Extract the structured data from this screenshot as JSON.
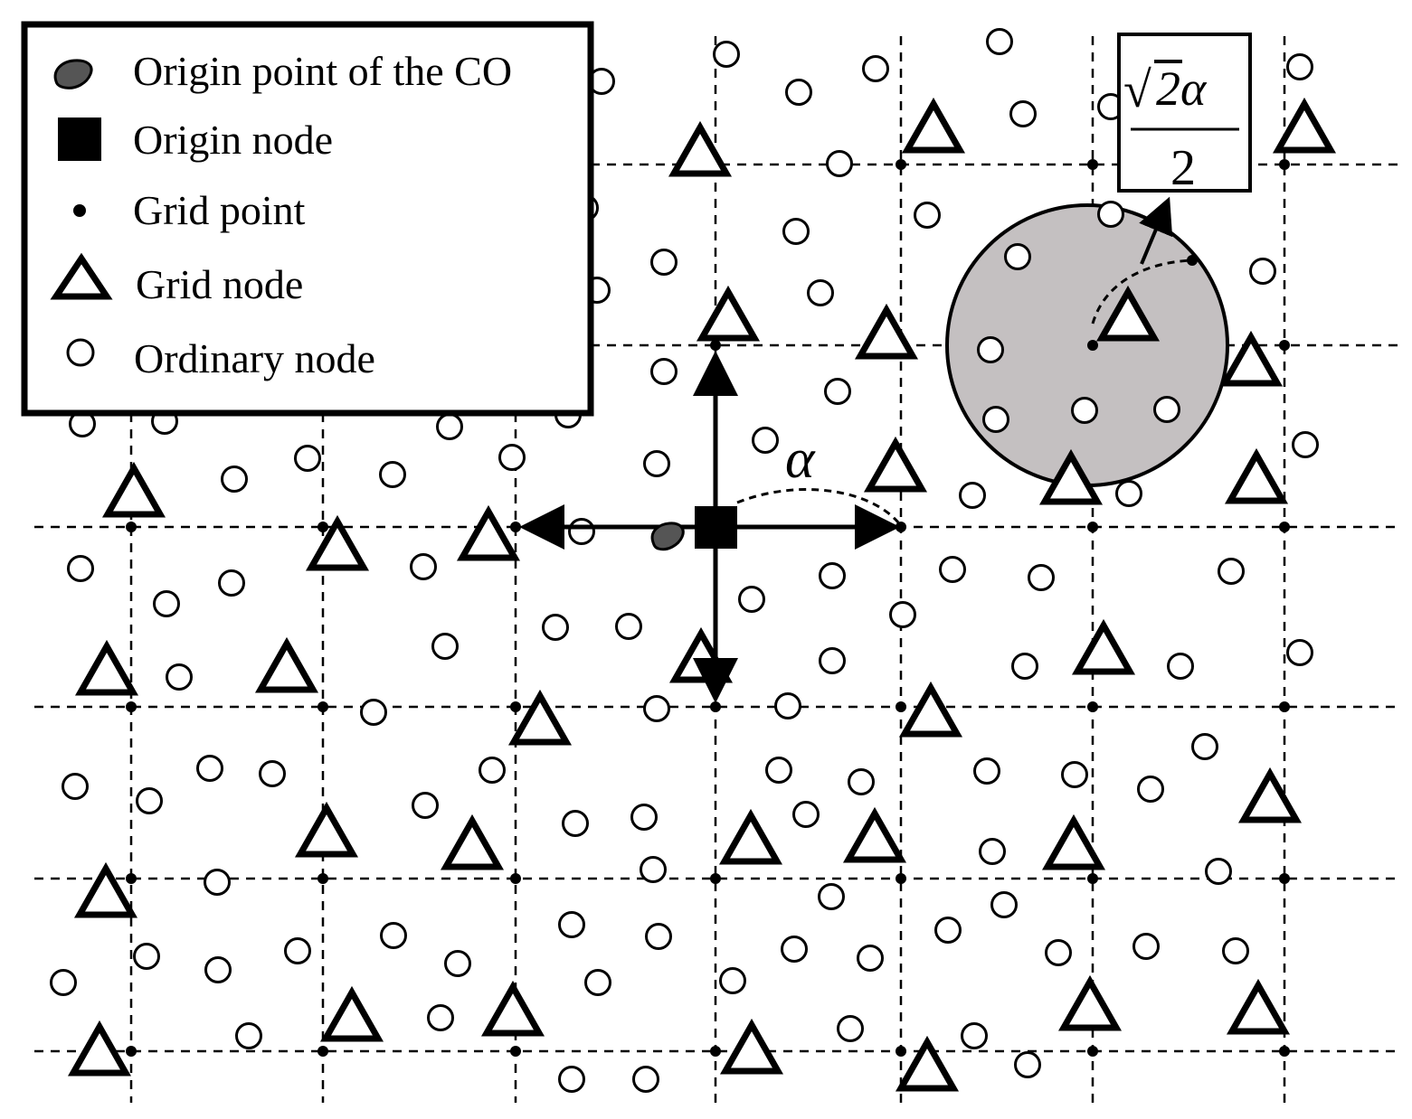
{
  "legend": {
    "items": [
      {
        "key": "origin_point",
        "label": "Origin point of the CO"
      },
      {
        "key": "origin_node",
        "label": "Origin node"
      },
      {
        "key": "grid_point",
        "label": "Grid point"
      },
      {
        "key": "grid_node",
        "label": "Grid node"
      },
      {
        "key": "ordinary_node",
        "label": "Ordinary node"
      }
    ]
  },
  "annotations": {
    "alpha_label": "α",
    "radius_label": {
      "sqrt_symbol": "√",
      "numerator": "2α",
      "denominator": "2"
    }
  },
  "colors": {
    "circle_fill": "#c4c0c1",
    "co_blob": "#555555",
    "line": "#000000"
  }
}
